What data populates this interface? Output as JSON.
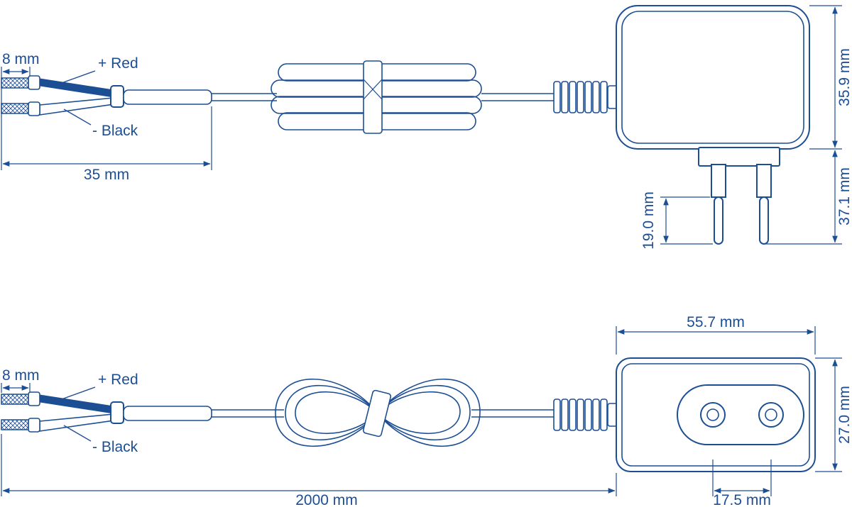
{
  "colors": {
    "line": "#1c4e94",
    "background": "#ffffff"
  },
  "top_view": {
    "strip_length": "8 mm",
    "red_label": "+ Red",
    "black_label": "- Black",
    "lead_length": "35 mm",
    "body_height": "35.9 mm",
    "overall_height": "37.1 mm",
    "pin_length": "19.0 mm"
  },
  "front_view": {
    "strip_length": "8 mm",
    "red_label": "+ Red",
    "black_label": "- Black",
    "body_width": "55.7 mm",
    "body_height": "27.0 mm",
    "cable_length": "2000 mm",
    "pin_spacing": "17.5 mm"
  }
}
